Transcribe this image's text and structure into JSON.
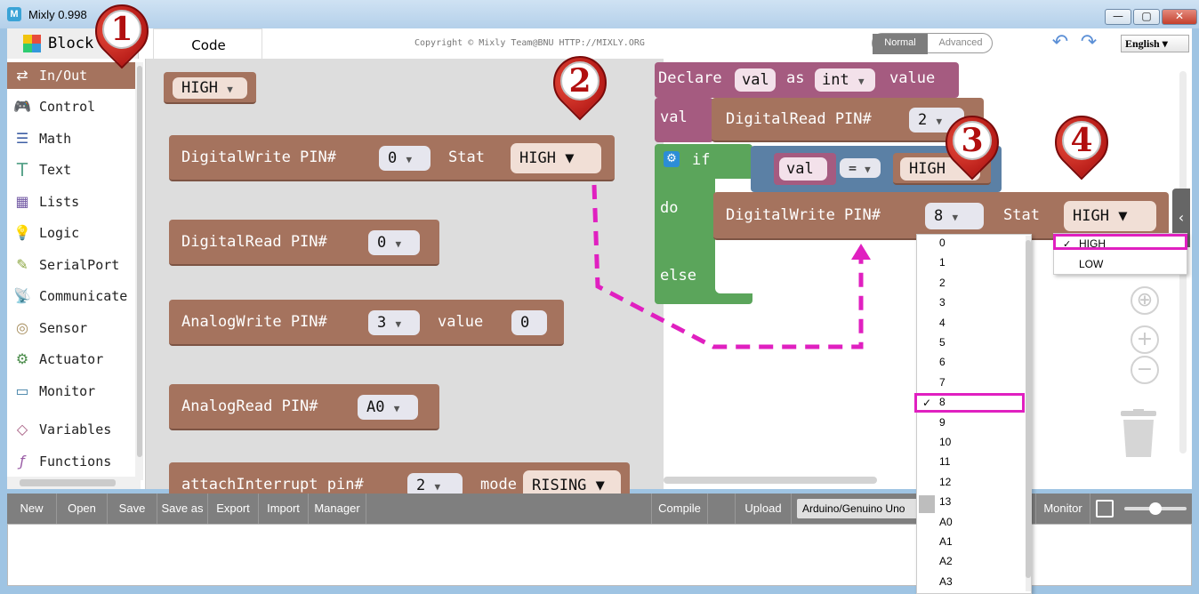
{
  "window": {
    "title": "Mixly 0.998",
    "logo_char": "M",
    "minimize": "—",
    "maximize": "▢",
    "close": "✕"
  },
  "header": {
    "tab_blocks": "Block",
    "tab_code": "Code",
    "copyright": "Copyright © Mixly Team@BNU HTTP://MIXLY.ORG",
    "mode_normal": "Normal",
    "mode_advanced": "Advanced",
    "undo": "↶",
    "redo": "↷",
    "language": "English ▾"
  },
  "sidebar": {
    "items": [
      {
        "label": "In/Out",
        "icon": "⇄"
      },
      {
        "label": "Control",
        "icon": "🎮"
      },
      {
        "label": "Math",
        "icon": "☰"
      },
      {
        "label": "Text",
        "icon": "T"
      },
      {
        "label": "Lists",
        "icon": "▦"
      },
      {
        "label": "Logic",
        "icon": "💡"
      },
      {
        "label": "SerialPort",
        "icon": "✎"
      },
      {
        "label": "Communicate",
        "icon": "📡"
      },
      {
        "label": "Sensor",
        "icon": "◎"
      },
      {
        "label": "Actuator",
        "icon": "⚙"
      },
      {
        "label": "Monitor",
        "icon": "▭"
      },
      {
        "label": "Variables",
        "icon": "◇"
      },
      {
        "label": "Functions",
        "icon": "ƒ"
      }
    ]
  },
  "flyout": {
    "high_block": "HIGH",
    "digitalwrite": {
      "label": "DigitalWrite PIN#",
      "pin": "0",
      "stat_label": "Stat",
      "stat": "HIGH"
    },
    "digitalread": {
      "label": "DigitalRead PIN#",
      "pin": "0"
    },
    "analogwrite": {
      "label": "AnalogWrite PIN#",
      "pin": "3",
      "value_label": "value",
      "value": "0"
    },
    "analogread": {
      "label": "AnalogRead PIN#",
      "pin": "A0"
    },
    "attach": {
      "label": "attachInterrupt pin#",
      "pin": "2",
      "mode_label": "mode",
      "mode": "RISING"
    }
  },
  "workspace": {
    "declare": {
      "label": "Declare",
      "var": "val",
      "as": "as",
      "type": "int",
      "value_label": "value"
    },
    "assign": {
      "var": "val",
      "read_label": "DigitalRead PIN#",
      "pin": "2"
    },
    "if_block": {
      "if": "if",
      "do": "do",
      "else": "else",
      "var": "val",
      "op": "=",
      "rhs": "HIGH"
    },
    "write": {
      "label": "DigitalWrite PIN#",
      "pin": "8",
      "stat_label": "Stat",
      "stat": "HIGH"
    }
  },
  "pin_dropdown": {
    "options": [
      "0",
      "1",
      "2",
      "3",
      "4",
      "5",
      "6",
      "7",
      "8",
      "9",
      "10",
      "11",
      "12",
      "13",
      "A0",
      "A1",
      "A2",
      "A3"
    ],
    "selected": "8",
    "check": "✓"
  },
  "stat_dropdown": {
    "options": [
      "HIGH",
      "LOW"
    ],
    "selected": "HIGH",
    "check": "✓"
  },
  "toolbar": {
    "new": "New",
    "open": "Open",
    "save": "Save",
    "save_as": "Save as",
    "export": "Export",
    "import": "Import",
    "manager": "Manager",
    "compile": "Compile",
    "upload": "Upload",
    "board": "Arduino/Genuino Uno",
    "monitor": "Monitor"
  },
  "controls": {
    "center": "⊕",
    "zoom_in": "+",
    "zoom_out": "−",
    "panel_toggle": "‹"
  },
  "markers": [
    "1",
    "2",
    "3",
    "4"
  ],
  "colors": {
    "io_block": "#a5735e",
    "variable_block": "#a55b80",
    "logic_block": "#5b80a5",
    "control_block": "#5ba55b",
    "highlight": "#e020c0"
  }
}
